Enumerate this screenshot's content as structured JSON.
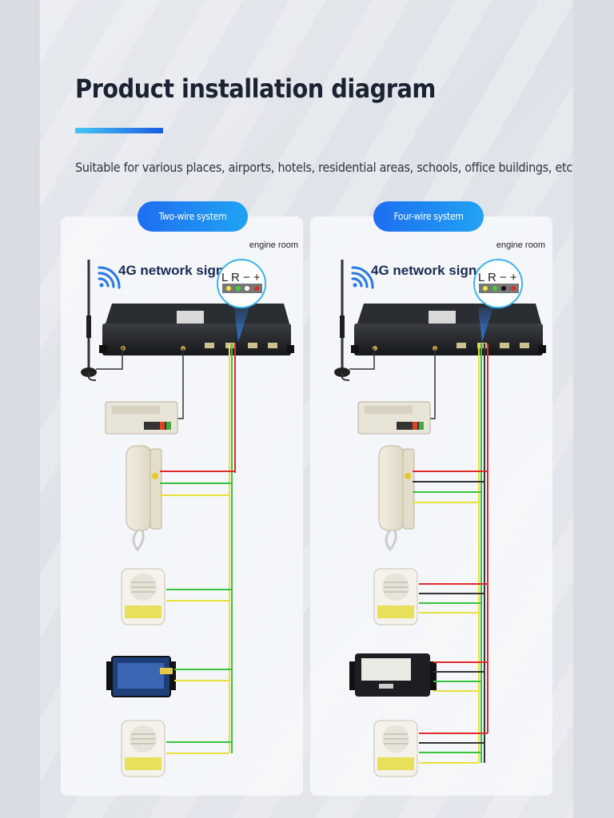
{
  "header": {
    "title": "Product installation diagram",
    "subtitle": "Suitable for various places, airports, hotels, residential areas, schools, office buildings, etc.",
    "accent_gradient": [
      "#45c6f2",
      "#1b5be0"
    ]
  },
  "panels": [
    {
      "system_label": "Two-wire system",
      "room_label": "engine room",
      "signal_label": "4G network signal",
      "terminal_label": "L R − +"
    },
    {
      "system_label": "Four-wire system",
      "room_label": "engine room",
      "signal_label": "4G network signal",
      "terminal_label": "L R − +"
    }
  ],
  "wire_colors": {
    "red": "#e22a2a",
    "yellow": "#e6e23a",
    "green": "#35c43a",
    "black": "#333333"
  }
}
